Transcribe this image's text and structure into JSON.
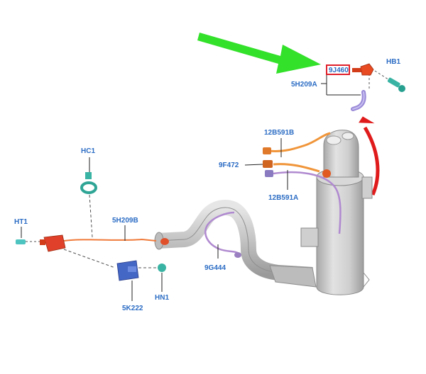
{
  "labels": {
    "part_9J460": "9J460",
    "hb1": "HB1",
    "part_5H209A": "5H209A",
    "part_12B591B": "12B591B",
    "part_9F472": "9F472",
    "part_12B591A": "12B591A",
    "hc1": "HC1",
    "ht1": "HT1",
    "part_5H209B": "5H209B",
    "part_9G444": "9G444",
    "hn1": "HN1",
    "part_5K222": "5K222"
  },
  "colors": {
    "label": "#2b6cc4",
    "highlight_box": "#e0202a",
    "green_arrow": "#33e02a",
    "red_arrow": "#e01b1b",
    "harness_orange": "#f07a3a",
    "harness_purple": "#b08ad0",
    "exhaust_grey": "#c9c9c9"
  },
  "icons": [
    "green-pointer-arrow-icon",
    "red-curved-arrow-icon"
  ]
}
